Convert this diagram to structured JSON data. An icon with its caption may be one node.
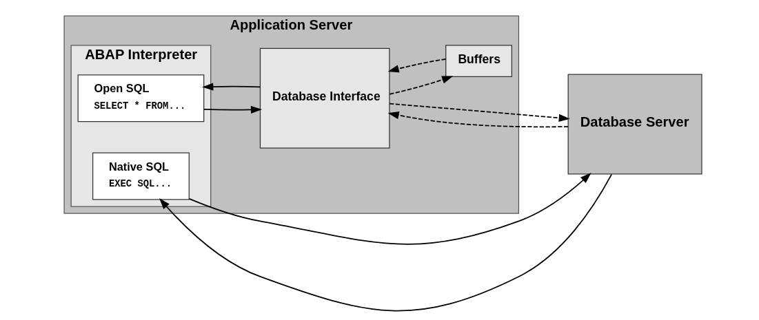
{
  "diagram": {
    "nodes": [
      {
        "text": [
          "Application Server"
        ]
      },
      {
        "text": [
          "ABAP Interpreter"
        ],
        "in": 0
      },
      {
        "text": [
          "Open SQL",
          "SELECT * FROM..."
        ],
        "in": 1
      },
      {
        "text": [
          "Native SQL",
          "EXEC SQL..."
        ],
        "in": 1
      },
      {
        "text": [
          "Database Interface"
        ],
        "in": 0
      },
      {
        "text": [
          "Buffers"
        ],
        "in": 0
      },
      {
        "text": [
          "Database Server"
        ]
      }
    ],
    "edges": [
      {
        "from": 2,
        "to": 4,
        "arrow": "to"
      },
      {
        "from": 4,
        "to": 2,
        "arrow": "to"
      },
      {
        "from": 4,
        "to": 5,
        "arrow": "to",
        "style": "dashed"
      },
      {
        "from": 5,
        "to": 4,
        "arrow": "to",
        "style": "dashed"
      },
      {
        "from": 4,
        "to": 6,
        "arrow": "to",
        "style": "dashed"
      },
      {
        "from": 6,
        "to": 4,
        "arrow": "to",
        "style": "dashed"
      },
      {
        "from": 6,
        "to": 3,
        "arrow": "to"
      },
      {
        "from": 3,
        "to": 6,
        "arrow": "to"
      }
    ]
  }
}
